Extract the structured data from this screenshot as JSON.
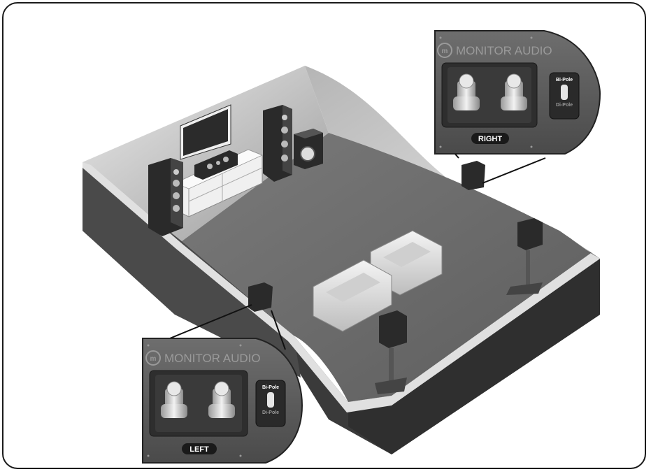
{
  "panels": {
    "right": {
      "brand": "MONITOR AUDIO",
      "switch_top": "Bi-Pole",
      "switch_bottom": "Di-Pole",
      "label": "RIGHT"
    },
    "left": {
      "brand": "MONITOR AUDIO",
      "switch_top": "Bi-Pole",
      "switch_bottom": "Di-Pole",
      "label": "LEFT"
    }
  },
  "colors": {
    "floor": "#6e6e6e",
    "wall_inner": "#cfcfcf",
    "wall_outer": "#3d3d3d",
    "panel": "#5a5a5a",
    "speaker": "#2a2a2a"
  },
  "icons": [
    "monitor-audio-logo-icon",
    "binding-post-icon",
    "switch-toggle-icon"
  ]
}
